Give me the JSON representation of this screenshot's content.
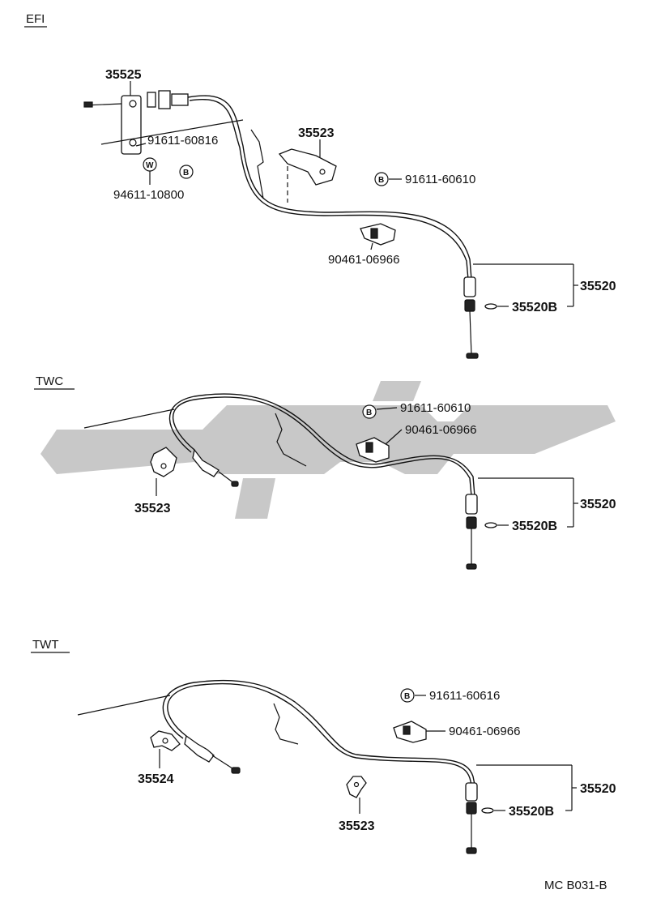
{
  "sections": [
    {
      "id": "efi",
      "heading": "EFI",
      "labels": {
        "bracket": "35525",
        "bolt_bracket": "91611-60816",
        "washer": "94611-10800",
        "washer_symbol": "W",
        "bolt_symbol_1": "B",
        "clamp": "35523",
        "bolt_clamp_symbol": "B",
        "bolt_clamp": "91611-60610",
        "clip": "90461-06966",
        "cable": "35520",
        "cable_sub": "35520B"
      }
    },
    {
      "id": "twc",
      "heading": "TWC",
      "labels": {
        "bolt_symbol": "B",
        "bolt": "91611-60610",
        "clip": "90461-06966",
        "clamp": "35523",
        "cable": "35520",
        "cable_sub": "35520B"
      }
    },
    {
      "id": "twt",
      "heading": "TWT",
      "labels": {
        "bolt_symbol": "B",
        "bolt": "91611-60616",
        "clip": "90461-06966",
        "bracket": "35524",
        "clamp": "35523",
        "cable": "35520",
        "cable_sub": "35520B"
      }
    }
  ],
  "drawing_code": "MC B031-B",
  "watermark_color": "#c8c8c8",
  "line_color": "#111111"
}
